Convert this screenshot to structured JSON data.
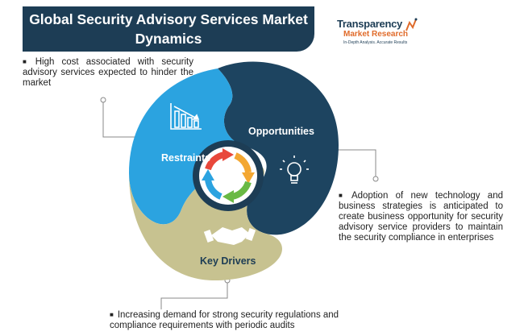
{
  "title": {
    "line1": "Global Security Advisory Services Market",
    "line2": "Dynamics"
  },
  "logo": {
    "brand": "Transparency",
    "brand2": "Market Research",
    "tagline": "In-Depth Analysis. Accurate Results"
  },
  "segments": {
    "restraints": {
      "label": "Restraints",
      "icon": "bar-chart-declining-icon",
      "color": "#2ba3e0"
    },
    "opportunities": {
      "label": "Opportunities",
      "icon": "lightbulb-icon",
      "color": "#1d4460"
    },
    "drivers": {
      "label": "Key Drivers",
      "icon": "handshake-icon",
      "color": "#c7c290"
    }
  },
  "center": {
    "icon": "cycle-arrows-icon"
  },
  "restraints_text": "High cost associated with security advisory services expected to hinder the market",
  "opportunities_text": "Adoption of new technology and business strategies is anticipated to create business opportunity for security advisory service providers to maintain the security compliance in enterprises",
  "drivers_text": "Increasing demand for strong security regulations and compliance requirements with periodic audits",
  "colors": {
    "title_band": "#1d3d55",
    "connector": "#888888",
    "center_ring": "#1d3d55"
  }
}
